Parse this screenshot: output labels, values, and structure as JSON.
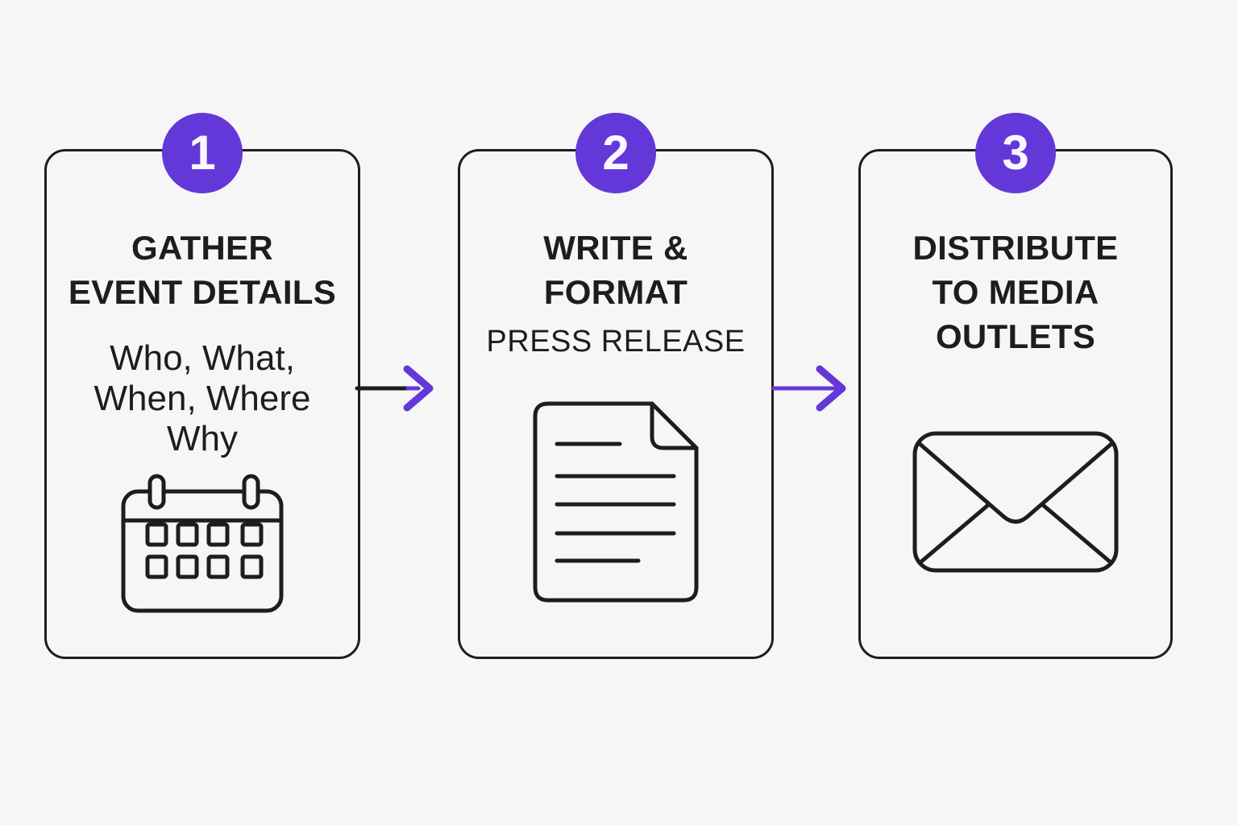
{
  "colors": {
    "background": "#f7f6f7",
    "ink": "#1d1d1f",
    "accent": "#6438d8",
    "badge-text": "#faf8ff",
    "arrow1-shaft": "#1d1d1f"
  },
  "steps": [
    {
      "number": "1",
      "title": "GATHER\nEVENT DETAILS",
      "subtitle": "Who, What,\nWhen, Where\nWhy",
      "icon": "calendar-icon"
    },
    {
      "number": "2",
      "title": "WRITE &\nFORMAT",
      "subtitle": "PRESS RELEASE",
      "icon": "document-icon"
    },
    {
      "number": "3",
      "title": "DISTRIBUTE\nTO MEDIA\nOUTLETS",
      "subtitle": "",
      "icon": "envelope-icon"
    }
  ],
  "arrows": [
    {
      "shaft_color": "#1d1d1f",
      "head_color": "#6438d8"
    },
    {
      "shaft_color": "#6438d8",
      "head_color": "#6438d8"
    }
  ]
}
